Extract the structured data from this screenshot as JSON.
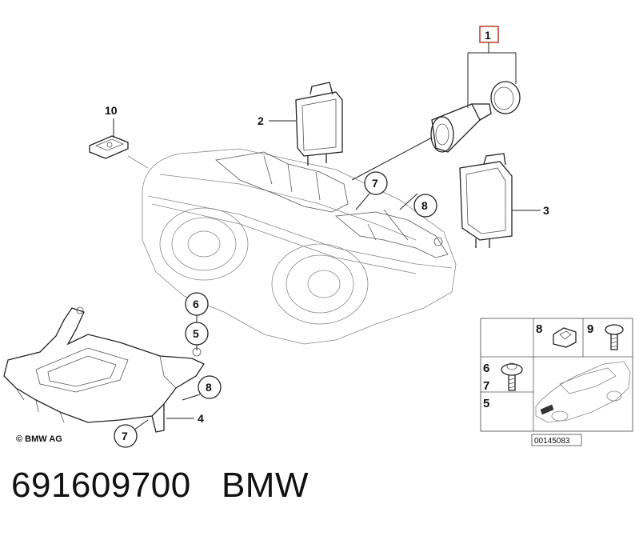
{
  "callouts": {
    "c1": "1",
    "c2": "2",
    "c3": "3",
    "c4": "4",
    "c5": "5",
    "c6": "6",
    "c7a": "7",
    "c7b": "7",
    "c8a": "8",
    "c8b": "8",
    "c10": "10"
  },
  "legend": {
    "item8": "8",
    "item9": "9",
    "item6": "6",
    "item7": "7",
    "item5": "5"
  },
  "copyright": "© BMW AG",
  "diagram_code": "00145083",
  "footer": {
    "part_number": "691609700",
    "brand": "BMW"
  },
  "colors": {
    "highlight_box": "#c0392b",
    "line": "#222222"
  }
}
